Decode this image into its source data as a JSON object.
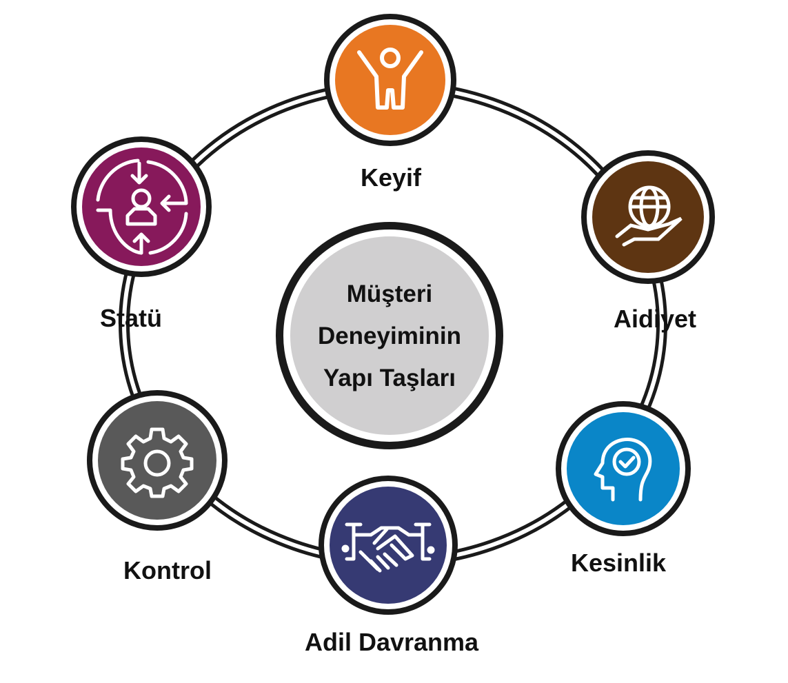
{
  "center": {
    "lines": [
      "Müşteri",
      "Deneyiminin",
      "Yapı Taşları"
    ]
  },
  "nodes": [
    {
      "label": "Keyif",
      "icon": "person-raised-arms-icon",
      "color": "#e87722"
    },
    {
      "label": "Aidiyet",
      "icon": "globe-in-hand-icon",
      "color": "#5e3512"
    },
    {
      "label": "Kesinlik",
      "icon": "head-checkmark-icon",
      "color": "#0a86c8"
    },
    {
      "label": "Adil Davranma",
      "icon": "handshake-icon",
      "color": "#363a73"
    },
    {
      "label": "Kontrol",
      "icon": "gear-icon",
      "color": "#595959"
    },
    {
      "label": "Statü",
      "icon": "person-arrows-cycle-icon",
      "color": "#87195b"
    }
  ]
}
